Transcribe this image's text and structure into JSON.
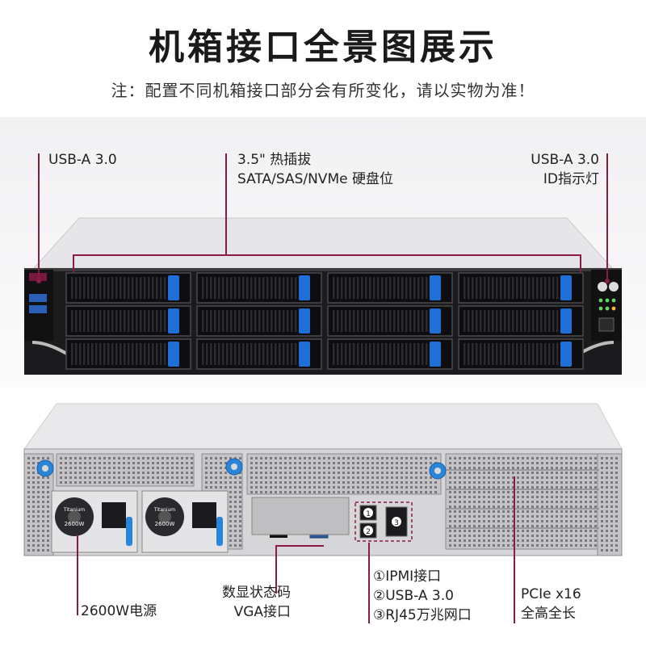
{
  "header": {
    "title": "机箱接口全景图展示",
    "note": "注：配置不同机箱接口部分会有所变化，请以实物为准！"
  },
  "front_labels": {
    "usb_left": "USB-A 3.0",
    "bays_line1": "3.5\" 热插拔",
    "bays_line2": "SATA/SAS/NVMe 硬盘位",
    "usb_right_line1": "USB-A 3.0",
    "usb_right_line2": "ID指示灯"
  },
  "rear_labels": {
    "psu": "2600W电源",
    "display_line1": "数显状态码",
    "display_line2": "VGA接口",
    "io_line1": "①IPMI接口",
    "io_line2": "②USB-A 3.0",
    "io_line3": "③RJ45万兆网口",
    "pcie_line1": "PCIe x16",
    "pcie_line2": "全高全长"
  },
  "psu_text": [
    "Titanium",
    "2600W"
  ],
  "port_numbers": [
    "1",
    "2",
    "3"
  ],
  "colors": {
    "accent": "#8a1a47",
    "drive_tab": "#1e6fd6",
    "chassis": "#dcdcdc"
  }
}
